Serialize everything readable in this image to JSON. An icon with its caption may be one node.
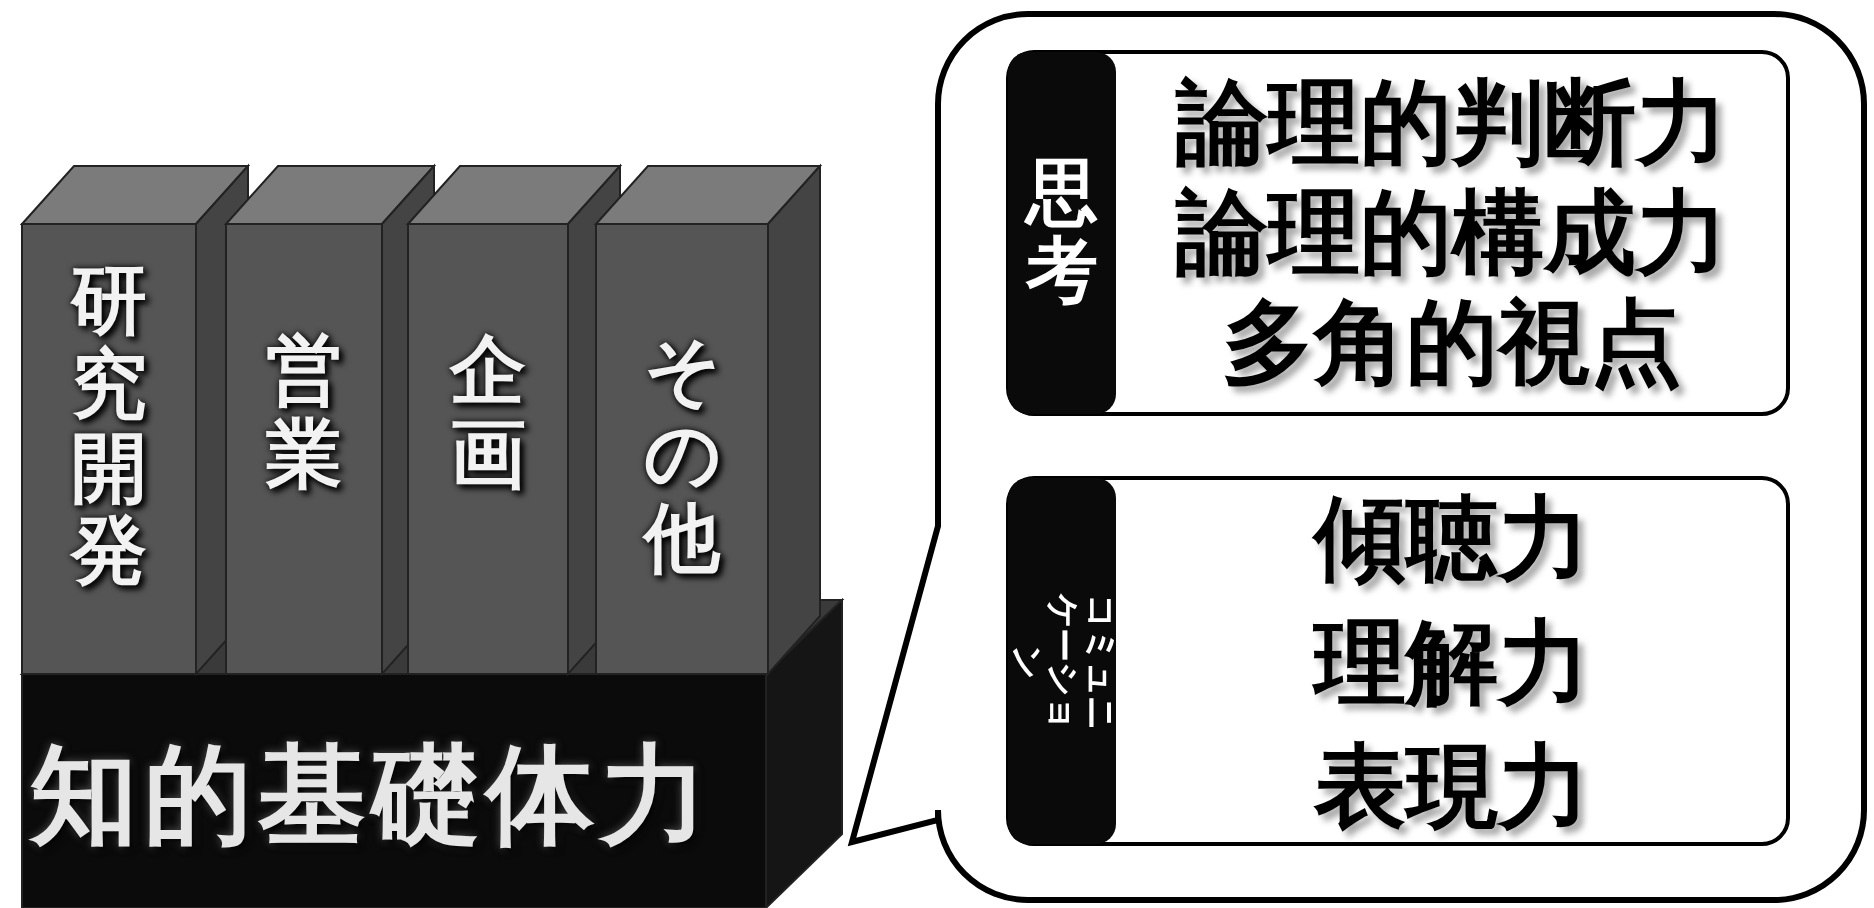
{
  "diagram": {
    "nodes": [
      {
        "text": [
          "研究開発"
        ]
      },
      {
        "text": [
          "営業"
        ]
      },
      {
        "text": [
          "企画"
        ]
      },
      {
        "text": [
          "その他"
        ]
      },
      {
        "text": [
          "知的基礎体力"
        ]
      },
      {
        "text": [],
        "shape": "callout"
      },
      {
        "text": [
          "思考",
          "論理的判断力",
          "論理的構成力",
          "多角的視点"
        ],
        "in": 5
      },
      {
        "text": [
          "コミュニケーション",
          "傾聴力",
          "理解力",
          "表現力"
        ],
        "in": 5
      }
    ]
  }
}
